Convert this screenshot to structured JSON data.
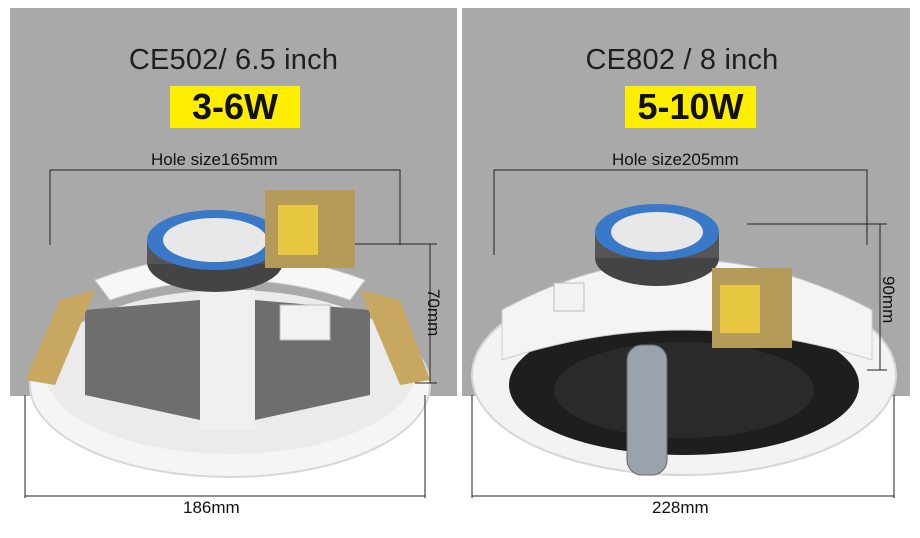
{
  "left": {
    "model": "CE502/ 6.5 inch",
    "power": "3-6W",
    "hole_size": "Hole size165mm",
    "width": "186mm",
    "height": "70mm"
  },
  "right": {
    "model": "CE802 / 8 inch",
    "power": "5-10W",
    "hole_size": "Hole size205mm",
    "width": "228mm",
    "height": "90mm"
  },
  "colors": {
    "background": "#a9a9a9",
    "highlight": "#ffee00",
    "speaker_body": "#f2f2f2",
    "magnet_label": "#3a78c8"
  }
}
